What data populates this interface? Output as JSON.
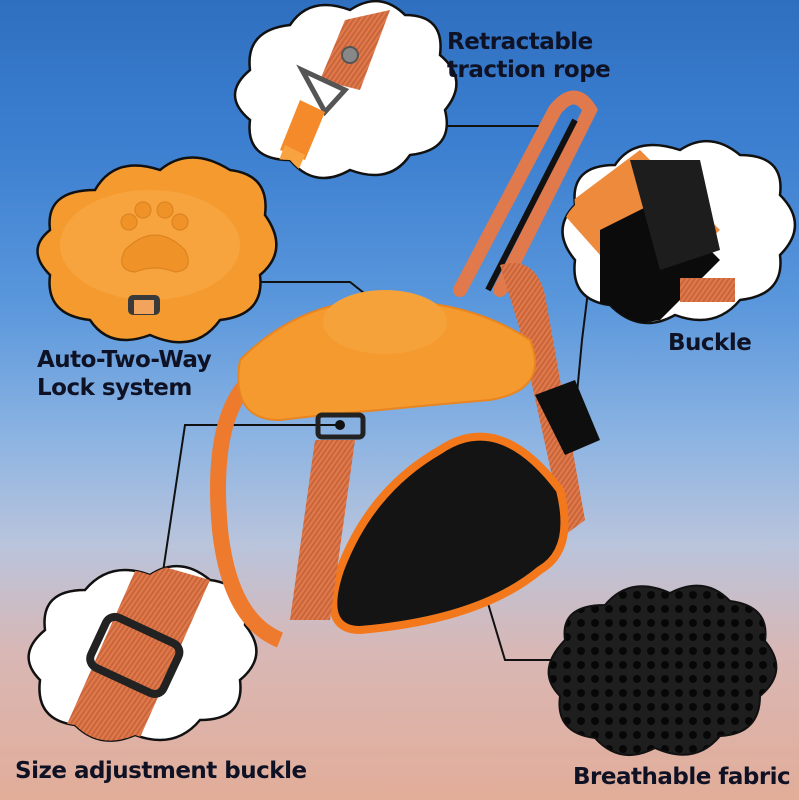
{
  "infographic": {
    "subject": "Dog harness",
    "colors": {
      "background_top": "#2f6fc0",
      "background_bottom": "#e2ad99",
      "harness_orange": "#f59a2e",
      "strap_orange": "#e9844d",
      "mesh_black": "#141414",
      "label_text": "#0e1224",
      "leader_line": "#111111"
    },
    "callouts": [
      {
        "id": "traction-rope",
        "lines": [
          "Retractable",
          "traction rope"
        ],
        "icon": "leash-hook-icon"
      },
      {
        "id": "lock-system",
        "lines": [
          "Auto-Two-Way",
          "Lock system"
        ],
        "icon": "paw-lock-icon"
      },
      {
        "id": "buckle",
        "lines": [
          "Buckle"
        ],
        "icon": "side-release-buckle-icon"
      },
      {
        "id": "size-adjust",
        "lines": [
          "Size adjustment buckle"
        ],
        "icon": "slider-buckle-icon"
      },
      {
        "id": "fabric",
        "lines": [
          "Breathable fabric"
        ],
        "icon": "mesh-fabric-icon"
      }
    ]
  }
}
